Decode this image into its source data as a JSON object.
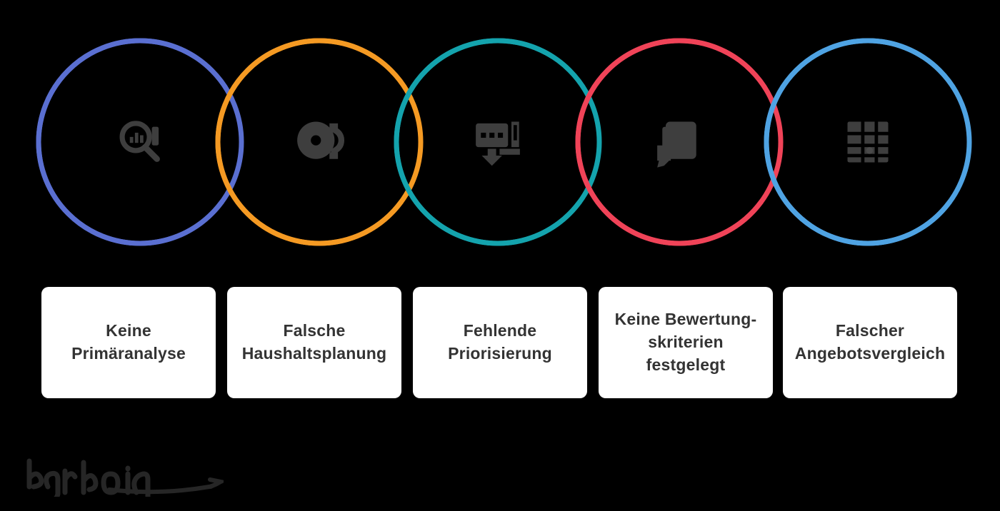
{
  "canvas": {
    "background": "#000000"
  },
  "diagram": {
    "title": "",
    "icon_color": "#3E3E3E",
    "card": {
      "background": "#FFFFFF",
      "text_color": "#333333"
    },
    "steps": [
      {
        "label": "Keine\nPrimäranalyse",
        "circle_color": "#5A6FD1",
        "icon": "analysis-magnifier-icon"
      },
      {
        "label": "Falsche\nHaushaltsplanung",
        "circle_color": "#F59A23",
        "icon": "budget-coin-icon"
      },
      {
        "label": "Fehlende\nPriorisierung",
        "circle_color": "#14A3AD",
        "icon": "priority-list-icon"
      },
      {
        "label": "Keine Bewertung-\nskriterien\nfestgelegt",
        "circle_color": "#F04358",
        "icon": "criteria-clipboard-icon"
      },
      {
        "label": "Falscher\nAngebotsvergleich",
        "circle_color": "#4FA3E3",
        "icon": "comparison-table-icon"
      }
    ]
  },
  "logo": {
    "color": "#262626",
    "shape": "handwritten-wordmark-with-arrow"
  }
}
